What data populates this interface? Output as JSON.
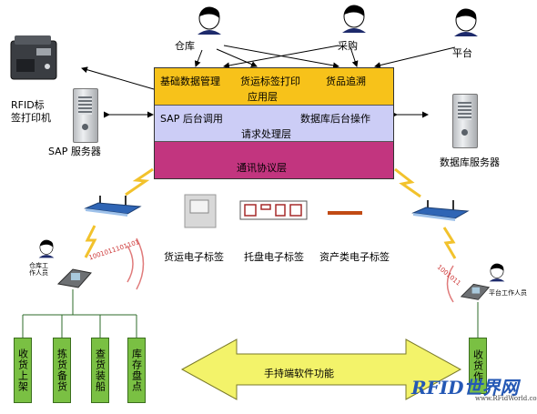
{
  "actors": {
    "warehouse": "仓库",
    "purchase": "采购",
    "platform": "平台"
  },
  "devices": {
    "rfid_printer": "RFID标\n签打印机",
    "sap_server": "SAP 服务器",
    "db_server": "数据库服务器"
  },
  "layers": {
    "app": {
      "items": [
        "基础数据管理",
        "货运标签打印",
        "货品追溯"
      ],
      "name": "应用层"
    },
    "request": {
      "items": [
        "SAP 后台调用",
        "数据库后台操作"
      ],
      "name": "请求处理层"
    },
    "comm": {
      "name": "通讯协议层"
    }
  },
  "tags": [
    "货运电子标签",
    "托盘电子标签",
    "资产类电子标签"
  ],
  "workers": {
    "warehouse_worker": "仓库工\n作人员",
    "platform_worker": "平台工作人员"
  },
  "binary_text_left": "1001011101101",
  "binary_text_right": "1001011",
  "tasks": [
    "收货上架",
    "拣货备货",
    "查货装船",
    "库存盘点"
  ],
  "platform_task": "收货作",
  "handheld": "手持端软件功能",
  "logo": {
    "text": "RFID世界网",
    "sub": "www.RFidWorld.com.cn"
  }
}
